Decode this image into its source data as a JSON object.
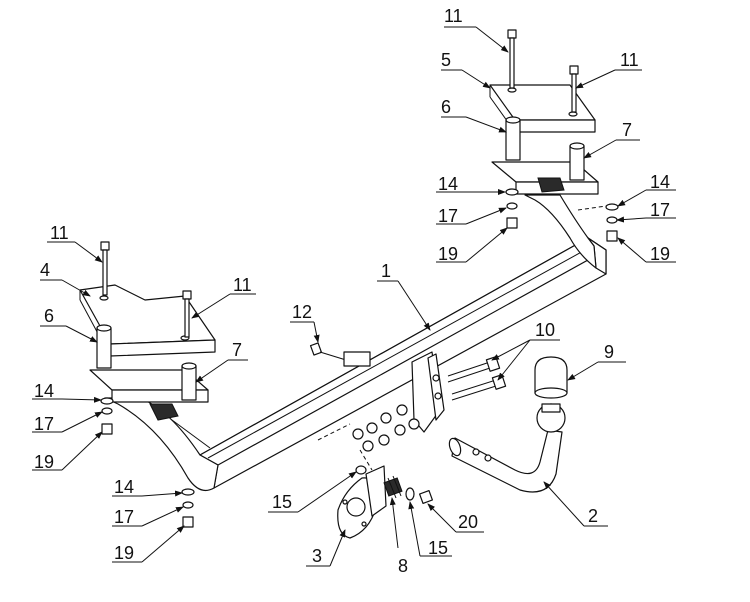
{
  "callouts": {
    "c11a": "11",
    "c5": "5",
    "c11b": "11",
    "c6a": "6",
    "c7a": "7",
    "c14a": "14",
    "c17a": "17",
    "c19a": "19",
    "c14b": "14",
    "c17b": "17",
    "c19b": "19",
    "c11c": "11",
    "c4": "4",
    "c11d": "11",
    "c6b": "6",
    "c7b": "7",
    "c14c": "14",
    "c17c": "17",
    "c19c": "19",
    "c1": "1",
    "c12": "12",
    "c10": "10",
    "c9": "9",
    "c14d": "14",
    "c17d": "17",
    "c19d": "19",
    "c15a": "15",
    "c3": "3",
    "c8": "8",
    "c15b": "15",
    "c20": "20",
    "c2": "2"
  }
}
